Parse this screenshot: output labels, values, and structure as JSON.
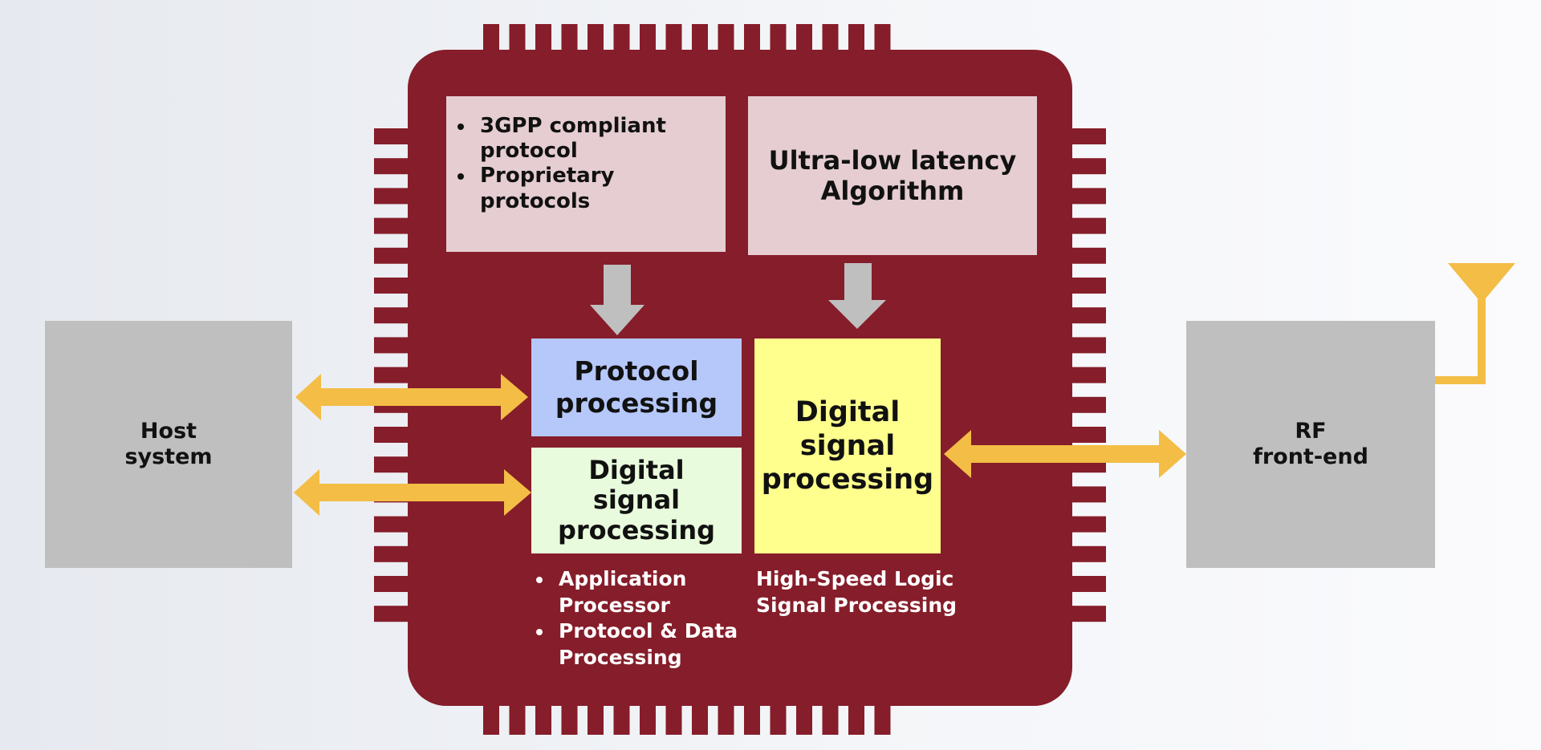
{
  "colors": {
    "chip": "#861d2a",
    "pin": "#861d2a",
    "protocol_input_box": "#e5cdd1",
    "algorithm_box": "#e5cdd1",
    "protocol_processing_box": "#b6c8f9",
    "app_dsp_box": "#e9fbdd",
    "hs_dsp_box": "#ffff8e",
    "external_box": "#bfbfbf",
    "arrow_bidirectional": "#f3bd46",
    "arrow_down": "#bfbfbf",
    "note_text": "#ffffff"
  },
  "host": {
    "label": "Host\nsystem"
  },
  "rf": {
    "label": "RF\nfront-end"
  },
  "protocols_box": {
    "items": [
      "3GPP compliant protocol",
      "Proprietary protocols"
    ]
  },
  "algorithm_box": {
    "label": "Ultra-low latency\nAlgorithm"
  },
  "protocol_processing": {
    "label": "Protocol\nprocessing"
  },
  "app_dsp": {
    "label": "Digital\nsignal\nprocessing"
  },
  "hs_dsp": {
    "label": "Digital\nsignal\nprocessing"
  },
  "app_dsp_notes": {
    "items": [
      "Application Processor",
      "Protocol & Data Processing"
    ]
  },
  "hs_dsp_notes": {
    "lines": [
      "High-Speed Logic",
      "Signal Processing"
    ]
  }
}
